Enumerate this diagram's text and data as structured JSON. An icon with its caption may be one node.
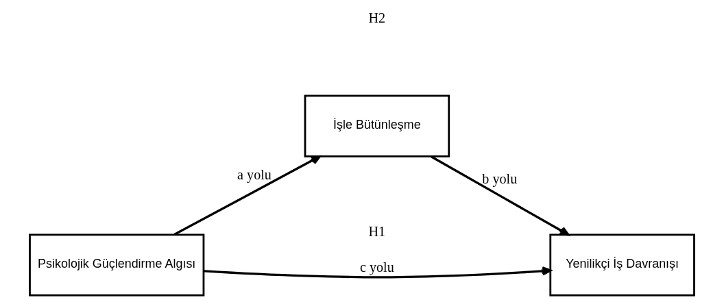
{
  "diagram": {
    "nodes": [
      {
        "text": [
          "Psikolojik Güçlendirme Algısı"
        ]
      },
      {
        "text": [
          "İşle Bütünleşme"
        ]
      },
      {
        "text": [
          "Yenilikçi İş Davranışı"
        ]
      }
    ],
    "edges": [
      {
        "from": 0,
        "to": 1,
        "arrow": "to",
        "label": "a yolu"
      },
      {
        "from": 1,
        "to": 2,
        "arrow": "to",
        "label": "b yolu"
      },
      {
        "from": 0,
        "to": 2,
        "arrow": "to",
        "label": "c yolu"
      }
    ],
    "labels": [
      "H2",
      "H1"
    ]
  }
}
